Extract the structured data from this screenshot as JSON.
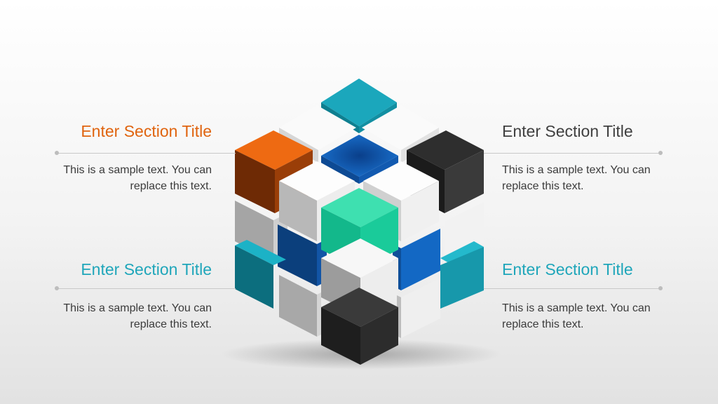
{
  "colors": {
    "orange": "#E0640F",
    "teal": "#1FA6BA",
    "dark": "#404040",
    "blue": "#1565C0",
    "green": "#1EC89C"
  },
  "sections": [
    {
      "id": "top-left",
      "title": "Enter Section Title",
      "body": "This is a sample text. You can replace this text.",
      "title_color": "#E0640F"
    },
    {
      "id": "top-right",
      "title": "Enter Section Title",
      "body": "This is a sample text. You can replace this text.",
      "title_color": "#404040"
    },
    {
      "id": "bottom-left",
      "title": "Enter Section Title",
      "body": "This is a sample text. You can replace this text.",
      "title_color": "#1FA6BA"
    },
    {
      "id": "bottom-right",
      "title": "Enter Section Title",
      "body": "This is a sample text. You can replace this text.",
      "title_color": "#1FA6BA"
    }
  ]
}
